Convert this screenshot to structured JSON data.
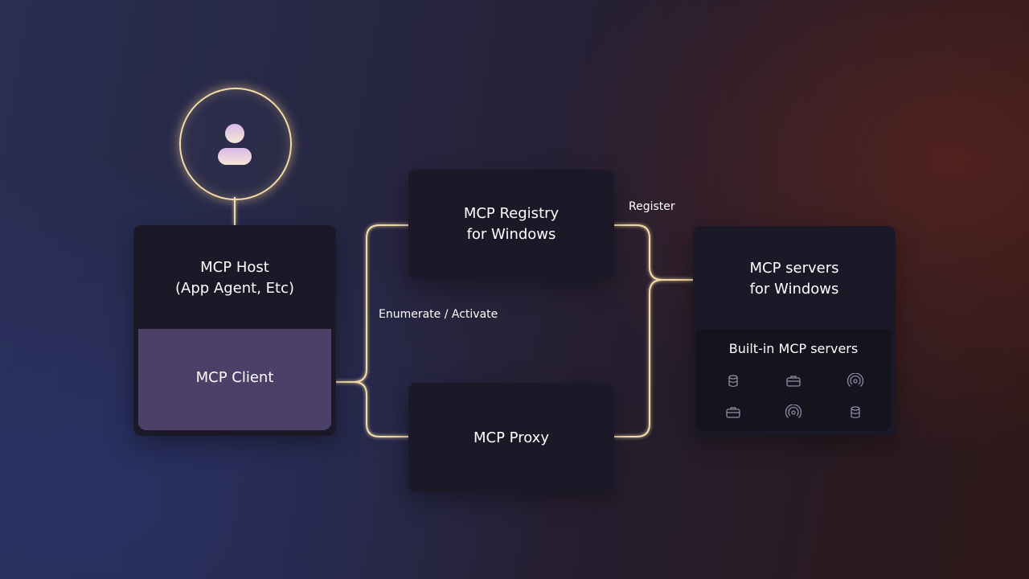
{
  "host": {
    "title_line1": "MCP Host",
    "title_line2": "(App Agent, Etc)",
    "client_label": "MCP Client"
  },
  "registry": {
    "line1": "MCP Registry",
    "line2": "for Windows"
  },
  "proxy": {
    "label": "MCP Proxy"
  },
  "servers": {
    "line1": "MCP servers",
    "line2": "for Windows",
    "builtin_title": "Built-in MCP servers",
    "icons": [
      "database-icon",
      "toolbox-icon",
      "broadcast-icon",
      "toolbox-icon",
      "broadcast-icon",
      "database-icon"
    ]
  },
  "edges": {
    "register": "Register",
    "enumerate_activate": "Enumerate / Activate"
  },
  "colors": {
    "wire": "#f3dca6",
    "box": "#1b1827",
    "client": "#4a4068",
    "icon": "#8f8aa6"
  }
}
